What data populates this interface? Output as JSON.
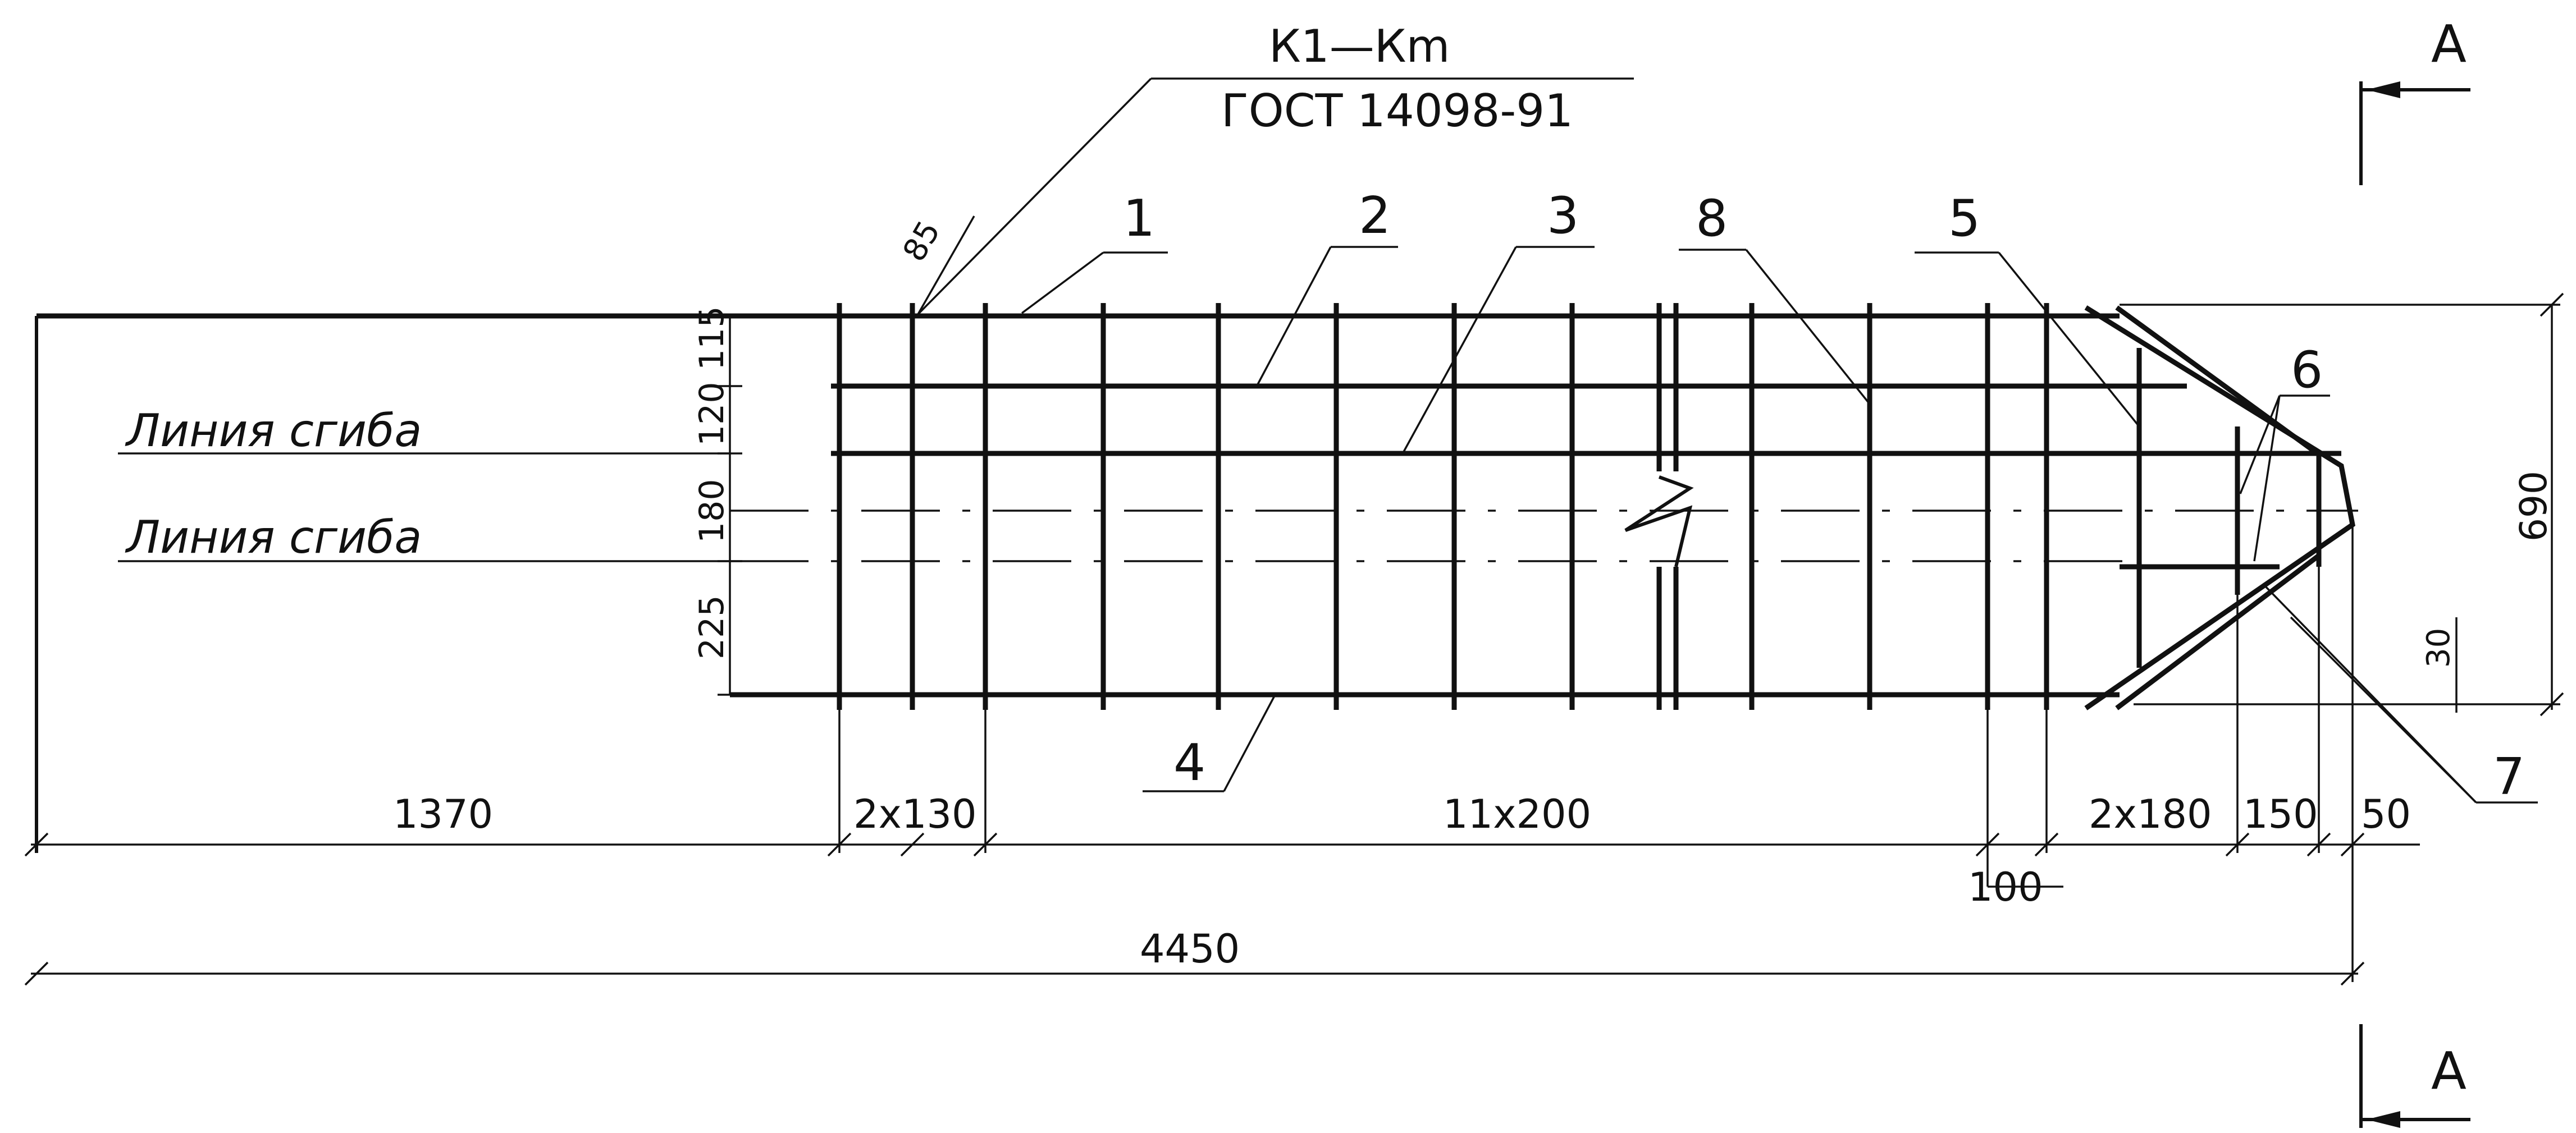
{
  "callouts": {
    "mesh_mark": "К1—Кm",
    "standard": "ГОСТ 14098-91",
    "weld_dim": "85",
    "p1": "1",
    "p2": "2",
    "p3": "3",
    "p4": "4",
    "p5": "5",
    "p6": "6",
    "p7": "7",
    "p8": "8"
  },
  "bend_lines": {
    "upper": "Линия сгиба",
    "lower": "Линия сгиба"
  },
  "vertical_dims": {
    "d115": "115",
    "d120": "120",
    "d180": "180",
    "d225": "225",
    "d690": "690",
    "d30": "30"
  },
  "horizontal_dims": {
    "d1370": "1370",
    "d2x130": "2x130",
    "d11x200": "11x200",
    "d2x180": "2x180",
    "d150": "150",
    "d50": "50",
    "d100": "100",
    "d4450": "4450"
  },
  "section": {
    "top": "А",
    "bottom": "А"
  }
}
